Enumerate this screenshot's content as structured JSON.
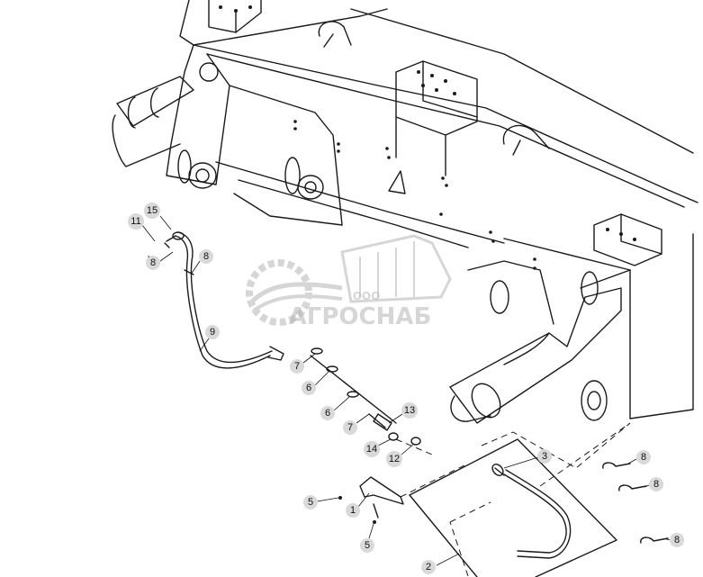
{
  "watermark": {
    "company_prefix": "ООО",
    "company_name": "АГРОСНАБ"
  },
  "callouts": {
    "c1": "1",
    "c2": "2",
    "c3": "3",
    "c5a": "5",
    "c5b": "5",
    "c6a": "6",
    "c6b": "6",
    "c7a": "7",
    "c7b": "7",
    "c8a": "8",
    "c8b": "8",
    "c8c": "8",
    "c8d": "8",
    "c8e": "8",
    "c9": "9",
    "c11": "11",
    "c12": "12",
    "c13": "13",
    "c14": "14",
    "c15": "15"
  },
  "colors": {
    "line": "#1a1a1a",
    "callout_fill": "#d9d9d9",
    "watermark": "#b5b5b5"
  }
}
